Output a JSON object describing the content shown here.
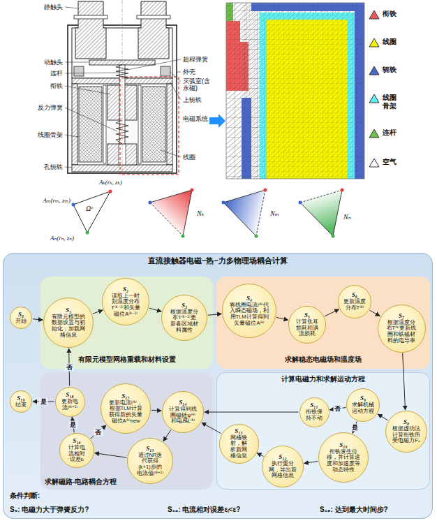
{
  "diagram": {
    "nodes": [
      {
        "text": [
          "直流接触器电磁−热−力多物理场耦合计算"
        ]
      },
      {
        "text": [
          "S₀",
          "开始"
        ],
        "in": 0
      },
      {
        "text": [
          "有限元模型网格重载和材料设置"
        ],
        "in": 0
      },
      {
        "text": [
          "S₁",
          "有限元模型的数据设置与初始化；加载网格信息"
        ],
        "in": 2
      },
      {
        "text": [
          "S₂",
          "读取上一时刻温度分布T⁽ᵏ⁻¹⁾和矢量磁位A⁽ᵏ⁻¹⁾"
        ],
        "in": 2
      },
      {
        "text": [
          "S₃",
          "根据温度分布T⁽ᵏ⁻¹⁾更新各区域材料属性"
        ],
        "in": 2
      },
      {
        "text": [
          "求解稳态电磁场和温度场"
        ],
        "in": 0
      },
      {
        "text": [
          "S₄",
          "将线圈电流i⁽ᵏ⁾代入瞬态磁场，利用TLM计算得到矢量磁位A⁽ᵏ⁾"
        ],
        "in": 6
      },
      {
        "text": [
          "S₅",
          "计算焦耳损耗和涡流损耗"
        ],
        "in": 6
      },
      {
        "text": [
          "S₆",
          "更新温度分布T⁽ᵏ⁾"
        ],
        "in": 6
      },
      {
        "text": [
          "S₇",
          "根据温度分布T⁽ᵏ⁾更新线圈和铁磁材料的电导率"
        ],
        "in": 6
      },
      {
        "text": [
          "S₁₉",
          "结束"
        ],
        "in": 0
      },
      {
        "text": [
          "求解磁路-电路耦合方程"
        ],
        "in": 0
      },
      {
        "text": [
          "S₁₈",
          "更新电流i⁽ᵏ⁺¹⁾"
        ],
        "in": 12
      },
      {
        "text": [
          "S₁₇",
          "更新电流i⁽ᵏ⁾，根据TLM计算获得新的矢量磁位A⁽ᵏ⁾new"
        ],
        "in": 12
      },
      {
        "text": [
          "S₁₄",
          "计算得到线圈磁链ψ⁽ᵏ⁾和电感L⁽ᵏ⁾"
        ],
        "in": 12
      },
      {
        "text": [
          "S₁₆",
          "计算电流相对误差εᵢ"
        ],
        "in": 12
      },
      {
        "text": [
          "S₁₅",
          "通过NR迭代获得(k+1)步的电流值i⁽ᵏ⁺¹⁾"
        ],
        "in": 12
      },
      {
        "text": [
          "计算电磁力和求解运动方程"
        ],
        "in": 0
      },
      {
        "text": [
          "S₁₃",
          "网格映射，解析新网格信息"
        ],
        "in": 18
      },
      {
        "text": [
          "S₁₁",
          "衔铁保持不动"
        ],
        "in": 18
      },
      {
        "text": [
          "S₉",
          "求解机械运动方程"
        ],
        "in": 18
      },
      {
        "text": [
          "S₈",
          "根据虚功法计算衔铁所受电磁力Fₑ"
        ],
        "in": 18
      },
      {
        "text": [
          "S₁₂",
          "执行重分网，导出新网格信息"
        ],
        "in": 18
      },
      {
        "text": [
          "S₁₀",
          "衔铁发生位移，并计算速度和加速度等动态特性"
        ],
        "in": 18
      }
    ],
    "edges": [
      {
        "from": 1,
        "to": 3,
        "arrow": "to"
      },
      {
        "from": 3,
        "to": 4,
        "arrow": "to"
      },
      {
        "from": 4,
        "to": 5,
        "arrow": "to"
      },
      {
        "from": 5,
        "to": 7,
        "arrow": "to"
      },
      {
        "from": 7,
        "to": 8,
        "arrow": "to"
      },
      {
        "from": 8,
        "to": 9,
        "arrow": "to"
      },
      {
        "from": 9,
        "to": 10,
        "arrow": "to"
      },
      {
        "from": 10,
        "to": 22,
        "arrow": "to"
      },
      {
        "from": 22,
        "to": 21,
        "arrow": "to"
      },
      {
        "from": 21,
        "to": 20,
        "label": "否",
        "arrow": "to"
      },
      {
        "from": 21,
        "to": 24,
        "label": "是",
        "arrow": "to"
      },
      {
        "from": 24,
        "to": 23,
        "arrow": "to"
      },
      {
        "from": 23,
        "to": 19,
        "arrow": "to"
      },
      {
        "from": 19,
        "to": 15,
        "arrow": "to"
      },
      {
        "from": 20,
        "to": 15,
        "arrow": "to"
      },
      {
        "from": 15,
        "to": 17,
        "arrow": "to"
      },
      {
        "from": 17,
        "to": 16,
        "arrow": "to"
      },
      {
        "from": 16,
        "to": 14,
        "label": "否",
        "arrow": "to"
      },
      {
        "from": 14,
        "to": 15,
        "arrow": "to"
      },
      {
        "from": 16,
        "to": 13,
        "label": "是",
        "arrow": "to"
      },
      {
        "from": 13,
        "to": 3,
        "label": "否",
        "arrow": "to"
      },
      {
        "from": 13,
        "to": 11,
        "label": "是",
        "arrow": "to"
      }
    ],
    "labels": [
      "静触头",
      "动触头",
      "连杆",
      "衔铁",
      "反力弹簧",
      "线圈骨架",
      "孔轭铁",
      "超程弹簧",
      "外壳",
      "灭弧室(含永磁)",
      "上轭铁",
      "电磁系统",
      "线圈",
      "Aₖ(rₖ, zₖ)",
      "Aₘ(rₘ, zₘ)",
      "Aₙ(rₙ, zₙ)",
      "Ωᵉ",
      "Nₖ",
      "Nₘ",
      "Nₙ",
      "条件判断:",
      "S₉: 电磁力大于弹簧反力?",
      "S₁₆: 电流相对误差εᵢ<ε?",
      "S₁₈: 达到最大时间步?"
    ],
    "legend": [
      {
        "text": "衔铁",
        "color": "#f05a5a"
      },
      {
        "text": "线圈",
        "color": "#f5f500"
      },
      {
        "text": "轭铁",
        "color": "#4a68c8"
      },
      {
        "text": "线圈骨架",
        "color": "#5ff0f0"
      },
      {
        "text": "连杆",
        "color": "#6cc04a"
      },
      {
        "text": "空气",
        "color": "#ffffff"
      }
    ]
  }
}
